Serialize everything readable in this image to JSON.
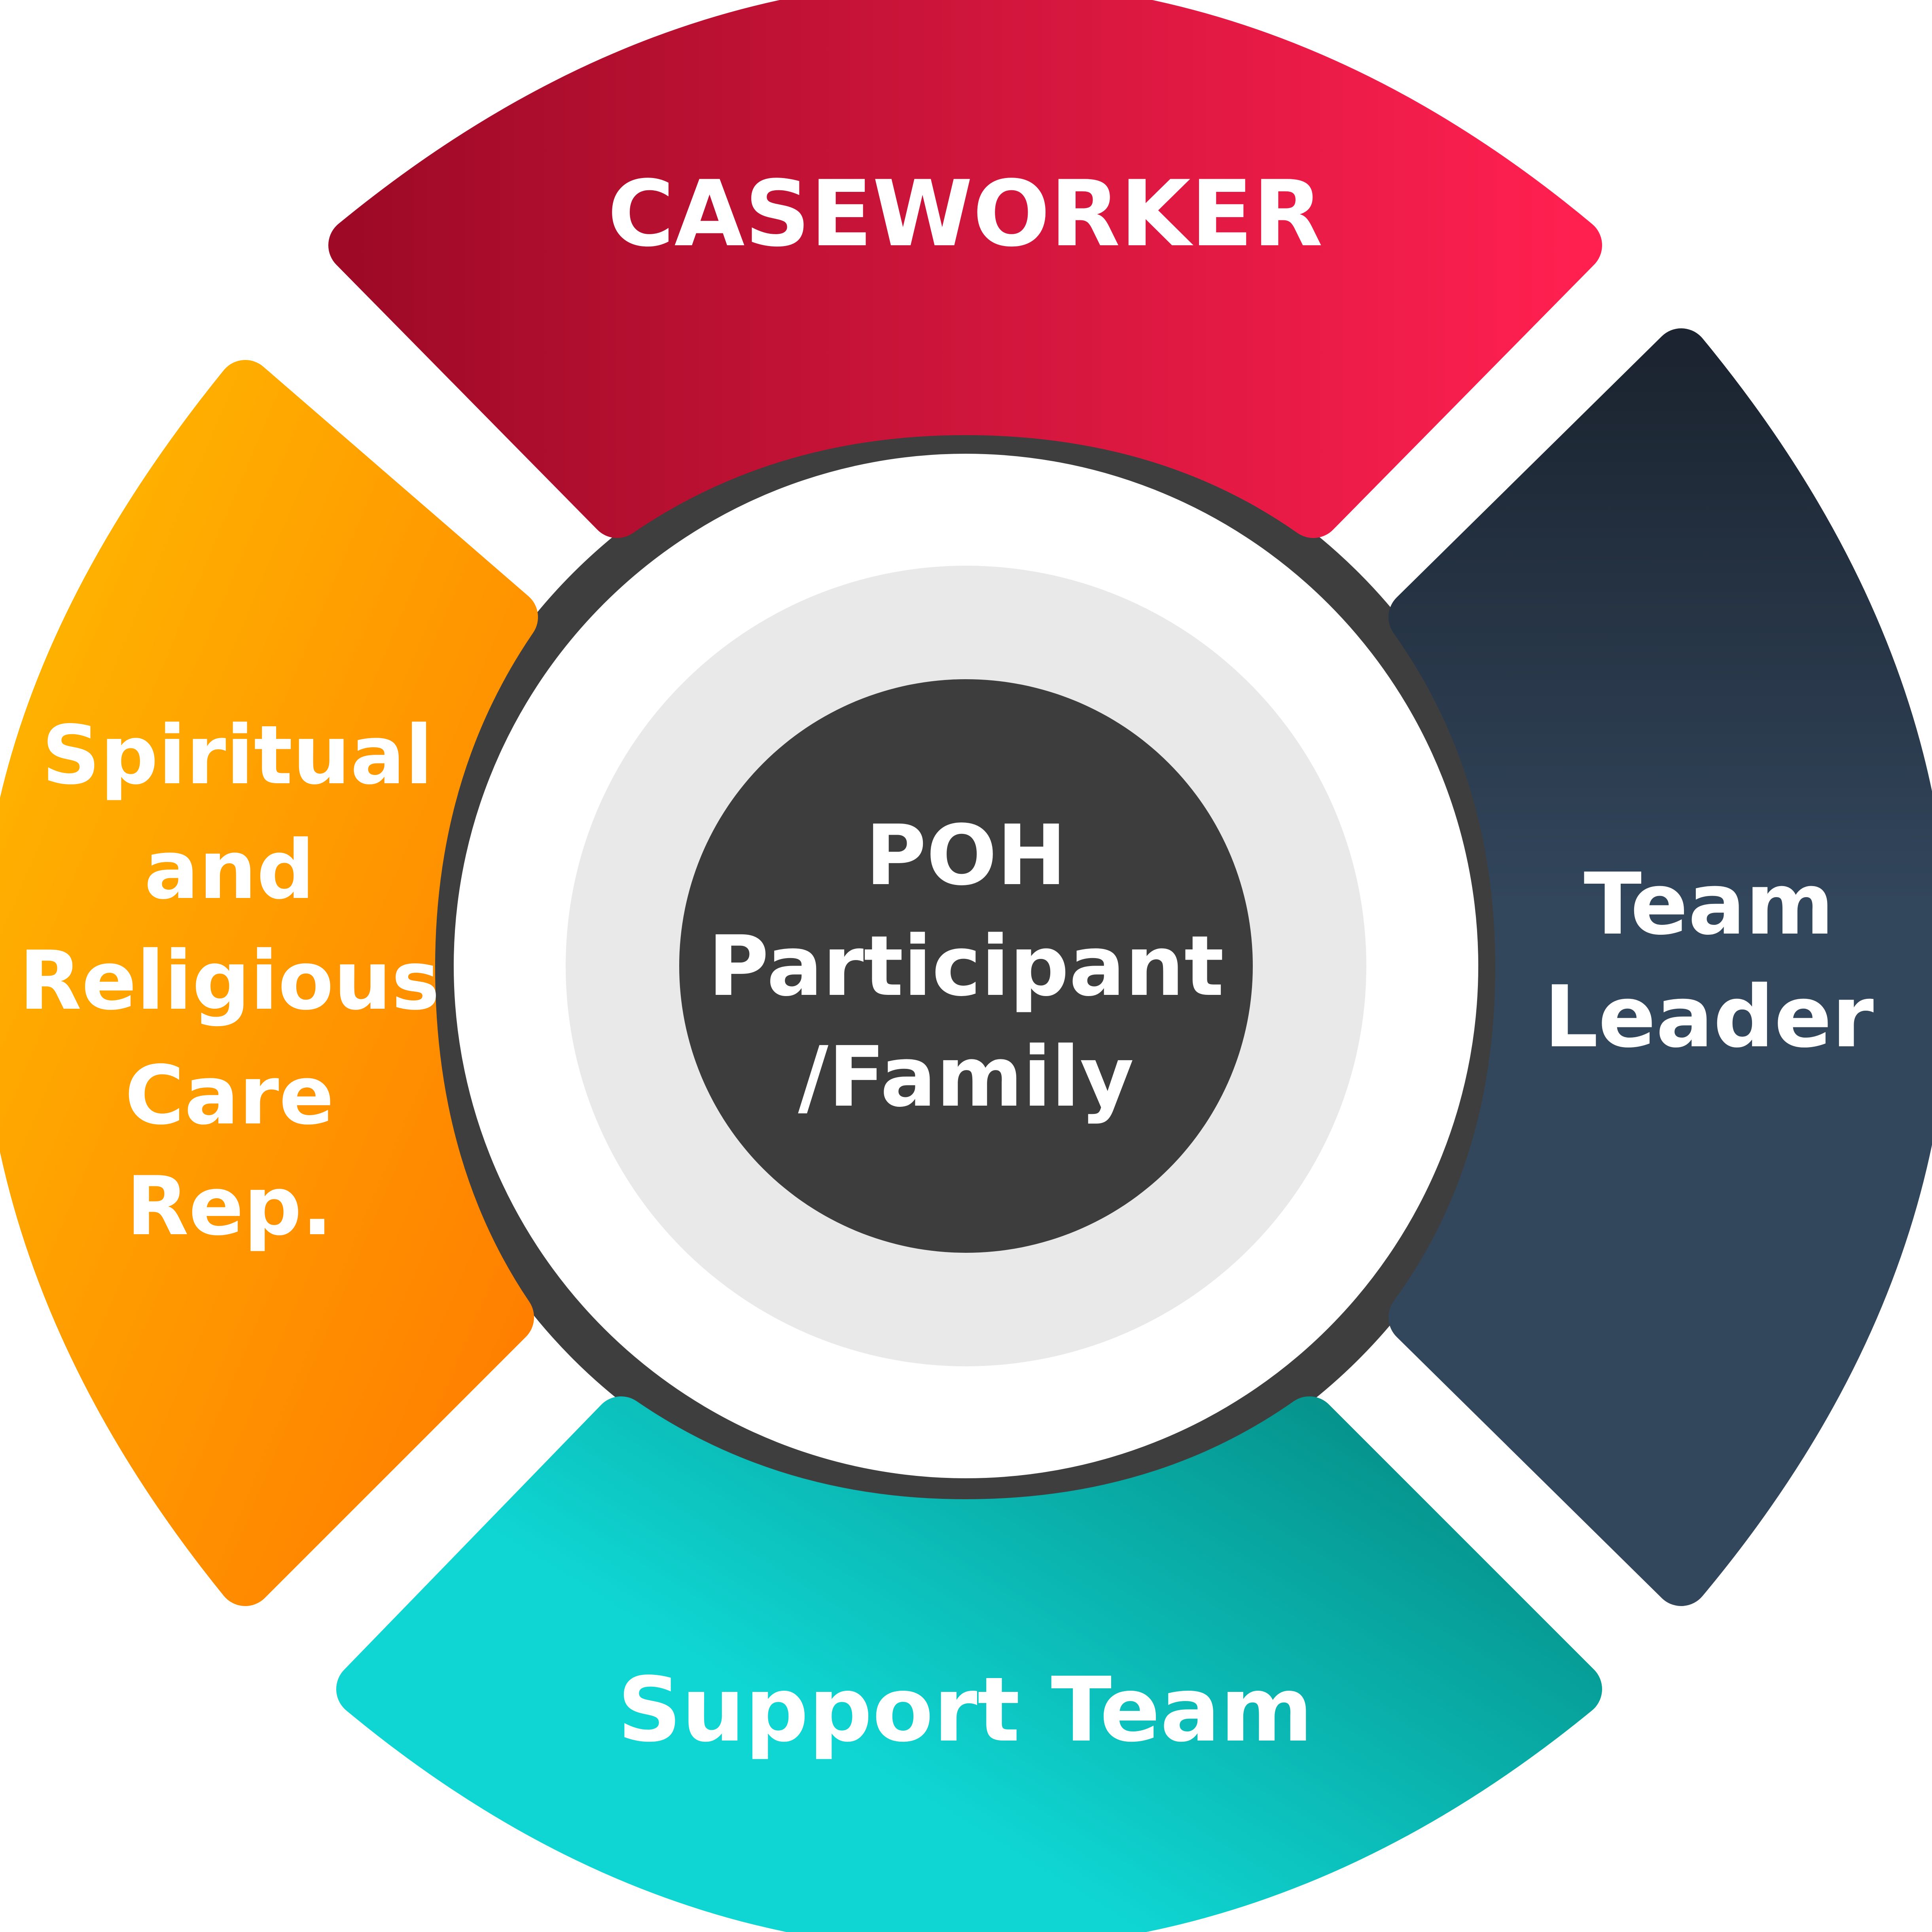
{
  "diagram": {
    "segments": {
      "caseworker": {
        "label": "CASEWORKER",
        "gradient": [
          "#9e0a26",
          "#ff2050"
        ]
      },
      "team_leader": {
        "lines": [
          "Team",
          "Leader"
        ],
        "gradient": [
          "#1b2430",
          "#32465c"
        ]
      },
      "support_team": {
        "label": "Support Team",
        "gradient": [
          "#0fd6d3",
          "#059089"
        ]
      },
      "spiritual": {
        "lines": [
          "Spiritual",
          "and",
          "Religious",
          "Care",
          "Rep."
        ],
        "gradient": [
          "#ffbb00",
          "#ff7a00"
        ]
      }
    },
    "center": {
      "lines": [
        "POH",
        "Participant",
        "/Family"
      ],
      "fill": "#3d3d3d",
      "halo": "#e9e9e9"
    },
    "connector_color": "#3e3e3e"
  }
}
